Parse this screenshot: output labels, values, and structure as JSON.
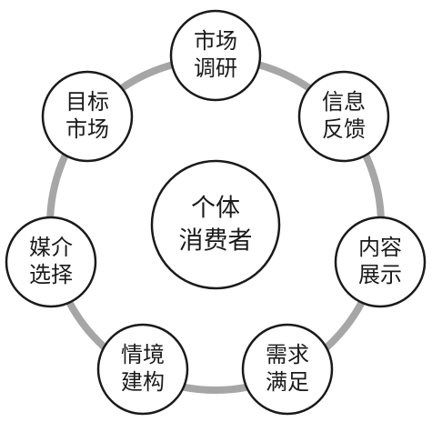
{
  "center": {
    "line1": "个体",
    "line2": "消费者"
  },
  "nodes": [
    {
      "line1": "市场",
      "line2": "调研"
    },
    {
      "line1": "信息",
      "line2": "反馈"
    },
    {
      "line1": "内容",
      "line2": "展示"
    },
    {
      "line1": "需求",
      "line2": "满足"
    },
    {
      "line1": "情境",
      "line2": "建构"
    },
    {
      "line1": "媒介",
      "line2": "选择"
    },
    {
      "line1": "目标",
      "line2": "市场"
    }
  ]
}
